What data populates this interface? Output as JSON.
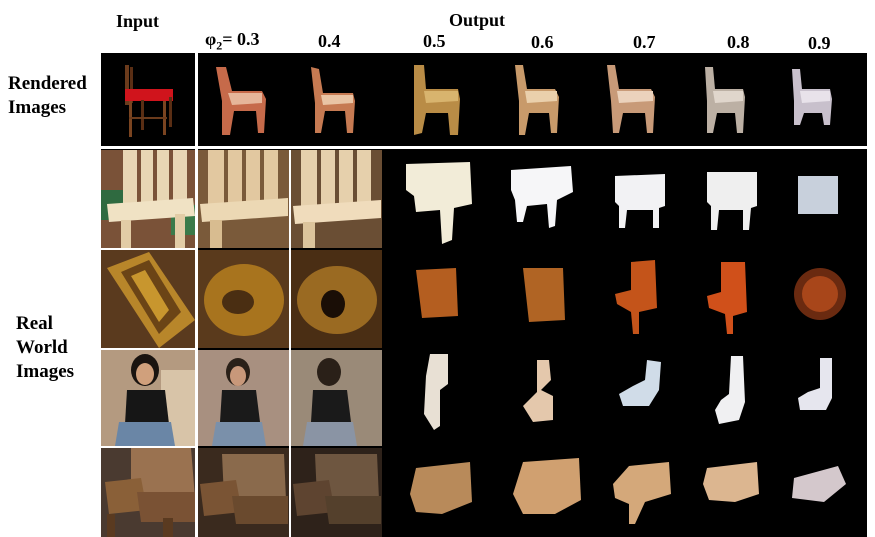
{
  "header": {
    "input_label": "Input",
    "output_label": "Output",
    "phi_prefix": "φ",
    "phi_subscript": "2",
    "phi_value": "= 0.3",
    "columns": [
      "0.4",
      "0.5",
      "0.6",
      "0.7",
      "0.8",
      "0.9"
    ]
  },
  "rows": {
    "rendered_label_line1": "Rendered",
    "rendered_label_line2": "Images",
    "real_label_line1": "Real",
    "real_label_line2": "World",
    "real_label_line3": "Images"
  },
  "colors": {
    "background": "#000000",
    "separator": "#ffffff"
  }
}
